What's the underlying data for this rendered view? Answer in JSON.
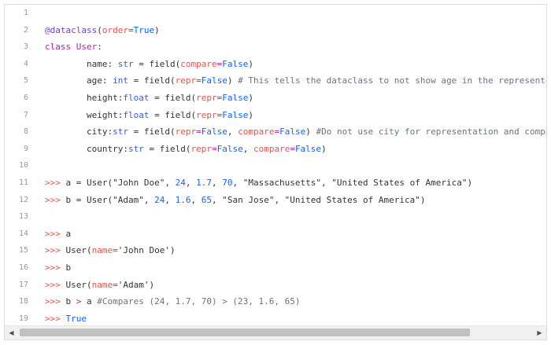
{
  "lines": [
    {
      "no": "1",
      "tokens": []
    },
    {
      "no": "2",
      "tokens": [
        {
          "t": "@dataclass",
          "c": "dec"
        },
        {
          "t": "(",
          "c": "plain"
        },
        {
          "t": "order",
          "c": "param"
        },
        {
          "t": "=",
          "c": "op"
        },
        {
          "t": "True",
          "c": "bool"
        },
        {
          "t": ")",
          "c": "plain"
        }
      ]
    },
    {
      "no": "3",
      "tokens": [
        {
          "t": "class ",
          "c": "kw"
        },
        {
          "t": "User",
          "c": "cls"
        },
        {
          "t": ":",
          "c": "plain"
        }
      ]
    },
    {
      "no": "4",
      "tokens": [
        {
          "t": "        name",
          "c": "attr"
        },
        {
          "t": ": ",
          "c": "plain"
        },
        {
          "t": "str",
          "c": "type"
        },
        {
          "t": " = field(",
          "c": "plain"
        },
        {
          "t": "compare",
          "c": "param"
        },
        {
          "t": "=",
          "c": "op"
        },
        {
          "t": "False",
          "c": "bool"
        },
        {
          "t": ")",
          "c": "plain"
        }
      ]
    },
    {
      "no": "5",
      "tokens": [
        {
          "t": "        age",
          "c": "attr"
        },
        {
          "t": ": ",
          "c": "plain"
        },
        {
          "t": "int",
          "c": "type"
        },
        {
          "t": " = field(",
          "c": "plain"
        },
        {
          "t": "repr",
          "c": "param"
        },
        {
          "t": "=",
          "c": "op"
        },
        {
          "t": "False",
          "c": "bool"
        },
        {
          "t": ") ",
          "c": "plain"
        },
        {
          "t": "# This tells the dataclass to not show age in the representation",
          "c": "com"
        }
      ]
    },
    {
      "no": "6",
      "tokens": [
        {
          "t": "        height",
          "c": "attr"
        },
        {
          "t": ":",
          "c": "plain"
        },
        {
          "t": "float",
          "c": "type"
        },
        {
          "t": " = field(",
          "c": "plain"
        },
        {
          "t": "repr",
          "c": "param"
        },
        {
          "t": "=",
          "c": "op"
        },
        {
          "t": "False",
          "c": "bool"
        },
        {
          "t": ")",
          "c": "plain"
        }
      ]
    },
    {
      "no": "7",
      "tokens": [
        {
          "t": "        weight",
          "c": "attr"
        },
        {
          "t": ":",
          "c": "plain"
        },
        {
          "t": "float",
          "c": "type"
        },
        {
          "t": " = field(",
          "c": "plain"
        },
        {
          "t": "repr",
          "c": "param"
        },
        {
          "t": "=",
          "c": "op"
        },
        {
          "t": "False",
          "c": "bool"
        },
        {
          "t": ")",
          "c": "plain"
        }
      ]
    },
    {
      "no": "8",
      "tokens": [
        {
          "t": "        city",
          "c": "attr"
        },
        {
          "t": ":",
          "c": "plain"
        },
        {
          "t": "str",
          "c": "type"
        },
        {
          "t": " = field(",
          "c": "plain"
        },
        {
          "t": "repr",
          "c": "param"
        },
        {
          "t": "=",
          "c": "op"
        },
        {
          "t": "False",
          "c": "bool"
        },
        {
          "t": ", ",
          "c": "plain"
        },
        {
          "t": "compare",
          "c": "param"
        },
        {
          "t": "=",
          "c": "op"
        },
        {
          "t": "False",
          "c": "bool"
        },
        {
          "t": ") ",
          "c": "plain"
        },
        {
          "t": "#Do not use city for representation and comparison",
          "c": "com"
        }
      ]
    },
    {
      "no": "9",
      "tokens": [
        {
          "t": "        country",
          "c": "attr"
        },
        {
          "t": ":",
          "c": "plain"
        },
        {
          "t": "str",
          "c": "type"
        },
        {
          "t": " = field(",
          "c": "plain"
        },
        {
          "t": "repr",
          "c": "param"
        },
        {
          "t": "=",
          "c": "op"
        },
        {
          "t": "False",
          "c": "bool"
        },
        {
          "t": ", ",
          "c": "plain"
        },
        {
          "t": "compare",
          "c": "param"
        },
        {
          "t": "=",
          "c": "op"
        },
        {
          "t": "False",
          "c": "bool"
        },
        {
          "t": ")",
          "c": "plain"
        }
      ]
    },
    {
      "no": "10",
      "tokens": []
    },
    {
      "no": "11",
      "tokens": [
        {
          "t": ">>> ",
          "c": "prompt"
        },
        {
          "t": "a = User(\"John Doe\", ",
          "c": "plain"
        },
        {
          "t": "24",
          "c": "num"
        },
        {
          "t": ", ",
          "c": "plain"
        },
        {
          "t": "1.7",
          "c": "num"
        },
        {
          "t": ", ",
          "c": "plain"
        },
        {
          "t": "70",
          "c": "num"
        },
        {
          "t": ", \"Massachusetts\", \"United States of America\")",
          "c": "plain"
        }
      ]
    },
    {
      "no": "12",
      "tokens": [
        {
          "t": ">>> ",
          "c": "prompt"
        },
        {
          "t": "b = User(\"Adam\", ",
          "c": "plain"
        },
        {
          "t": "24",
          "c": "num"
        },
        {
          "t": ", ",
          "c": "plain"
        },
        {
          "t": "1.6",
          "c": "num"
        },
        {
          "t": ", ",
          "c": "plain"
        },
        {
          "t": "65",
          "c": "num"
        },
        {
          "t": ", \"San Jose\", \"United States of America\")",
          "c": "plain"
        }
      ]
    },
    {
      "no": "13",
      "tokens": []
    },
    {
      "no": "14",
      "tokens": [
        {
          "t": ">>> ",
          "c": "prompt"
        },
        {
          "t": "a",
          "c": "plain"
        }
      ]
    },
    {
      "no": "15",
      "tokens": [
        {
          "t": ">>> ",
          "c": "prompt"
        },
        {
          "t": "User(",
          "c": "plain"
        },
        {
          "t": "name",
          "c": "param"
        },
        {
          "t": "=",
          "c": "op"
        },
        {
          "t": "'John Doe'",
          "c": "str"
        },
        {
          "t": ")",
          "c": "plain"
        }
      ]
    },
    {
      "no": "16",
      "tokens": [
        {
          "t": ">>> ",
          "c": "prompt"
        },
        {
          "t": "b",
          "c": "plain"
        }
      ]
    },
    {
      "no": "17",
      "tokens": [
        {
          "t": ">>> ",
          "c": "prompt"
        },
        {
          "t": "User(",
          "c": "plain"
        },
        {
          "t": "name",
          "c": "param"
        },
        {
          "t": "=",
          "c": "op"
        },
        {
          "t": "'Adam'",
          "c": "str"
        },
        {
          "t": ")",
          "c": "plain"
        }
      ]
    },
    {
      "no": "18",
      "tokens": [
        {
          "t": ">>> ",
          "c": "prompt"
        },
        {
          "t": "b ",
          "c": "plain"
        },
        {
          "t": ">",
          "c": "op"
        },
        {
          "t": " a ",
          "c": "plain"
        },
        {
          "t": "#Compares (24, 1.7, 70) > (23, 1.6, 65)",
          "c": "com"
        }
      ]
    },
    {
      "no": "19",
      "tokens": [
        {
          "t": ">>> ",
          "c": "prompt"
        },
        {
          "t": "True",
          "c": "bool"
        }
      ]
    }
  ],
  "scrollbar": {
    "left_icon": "triangle-left-icon",
    "right_icon": "triangle-right-icon",
    "left_glyph": "◀",
    "right_glyph": "▶",
    "thumb_fraction": 0.88
  }
}
